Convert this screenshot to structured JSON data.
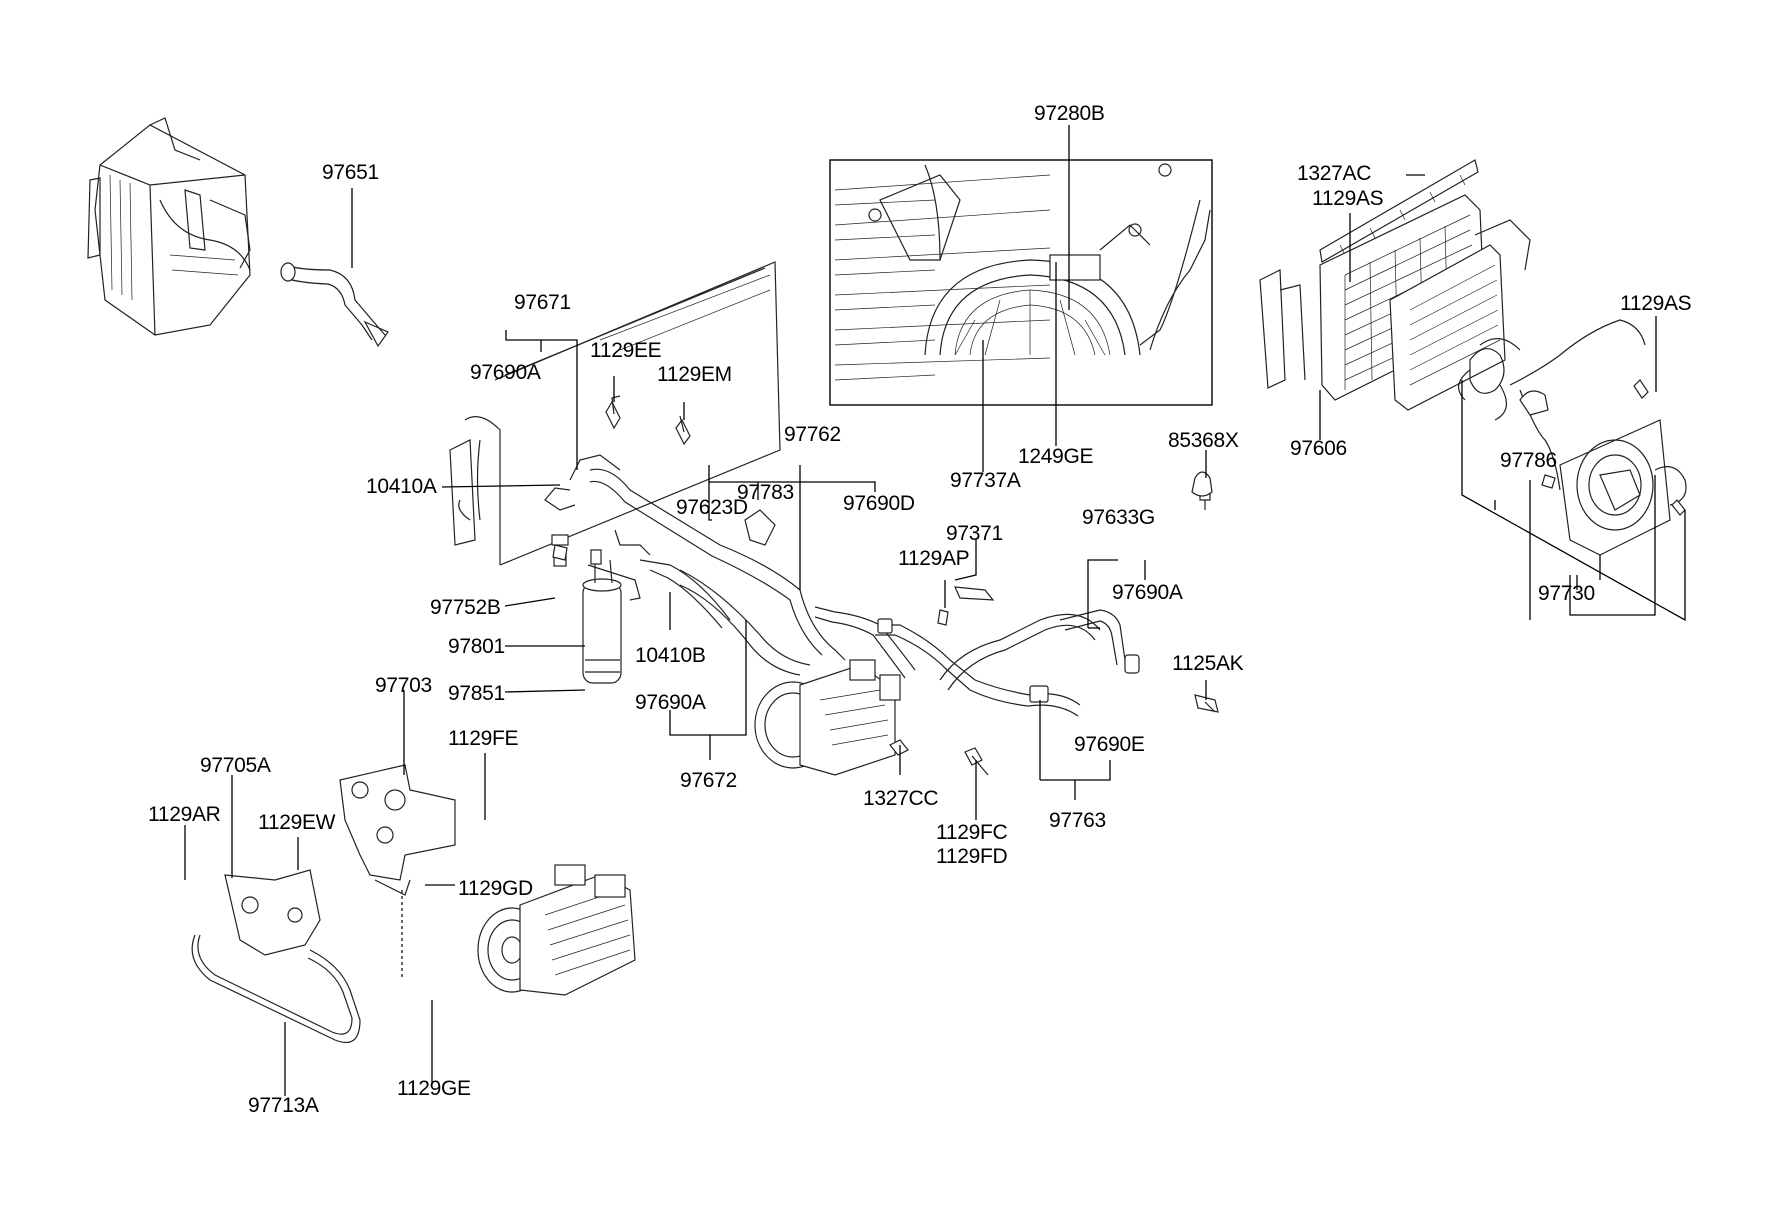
{
  "parts": {
    "p97651": "97651",
    "p97671": "97671",
    "p97690A_1": "97690A",
    "p1129EE": "1129EE",
    "p1129EM": "1129EM",
    "p10410A": "10410A",
    "p97762": "97762",
    "p97783": "97783",
    "p97623D": "97623D",
    "p97690D": "97690D",
    "p97752B": "97752B",
    "p97801": "97801",
    "p10410B": "10410B",
    "p97851": "97851",
    "p97690A_2": "97690A",
    "p97672": "97672",
    "p97703": "97703",
    "p1129FE": "1129FE",
    "p97705A": "97705A",
    "p1129AR": "1129AR",
    "p1129EW": "1129EW",
    "p1129GD": "1129GD",
    "p1129GE": "1129GE",
    "p97713A": "97713A",
    "p97280B": "97280B",
    "p97737A": "97737A",
    "p1249GE": "1249GE",
    "p85368X": "85368X",
    "p97371": "97371",
    "p1129AP": "1129AP",
    "p97633G": "97633G",
    "p97690A_3": "97690A",
    "p1125AK": "1125AK",
    "p1327CC": "1327CC",
    "p1129FC": "1129FC",
    "p1129FD": "1129FD",
    "p97690E": "97690E",
    "p97763": "97763",
    "p1327AC": "1327AC",
    "p1129AS_1": "1129AS",
    "p1129AS_2": "1129AS",
    "p97606": "97606",
    "p97786": "97786",
    "p97730": "97730"
  }
}
